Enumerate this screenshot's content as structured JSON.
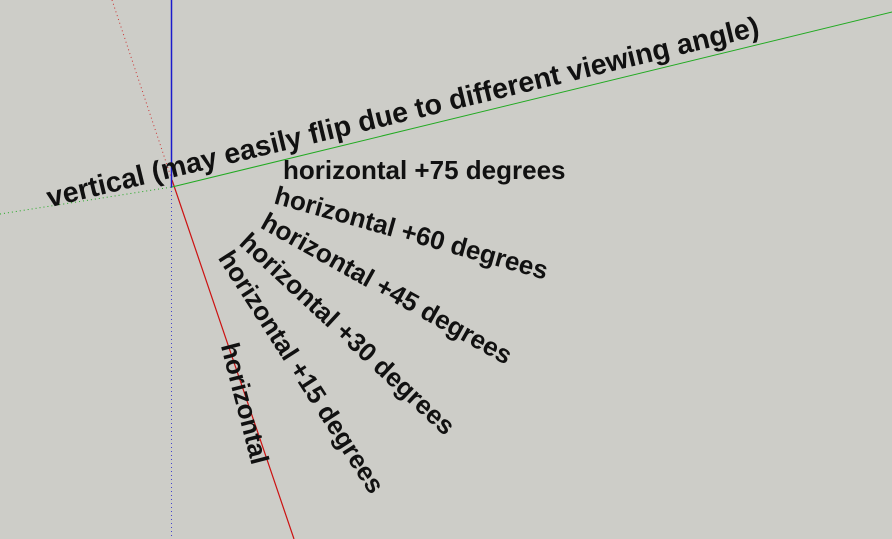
{
  "scene": {
    "background_color": "#cdcdc8",
    "axes": {
      "red_axis_color": "#cc1111",
      "green_axis_color": "#22aa22",
      "blue_axis_color": "#1a1acc"
    },
    "labels": {
      "vertical": "vertical (may easily flip due to different viewing angle)",
      "h75": "horizontal +75 degrees",
      "h60": "horizontal +60 degrees",
      "h45": "horizontal +45 degrees",
      "h30": "horizontal +30 degrees",
      "h15": "horizontal +15 degrees",
      "h0": "horizontal"
    }
  }
}
